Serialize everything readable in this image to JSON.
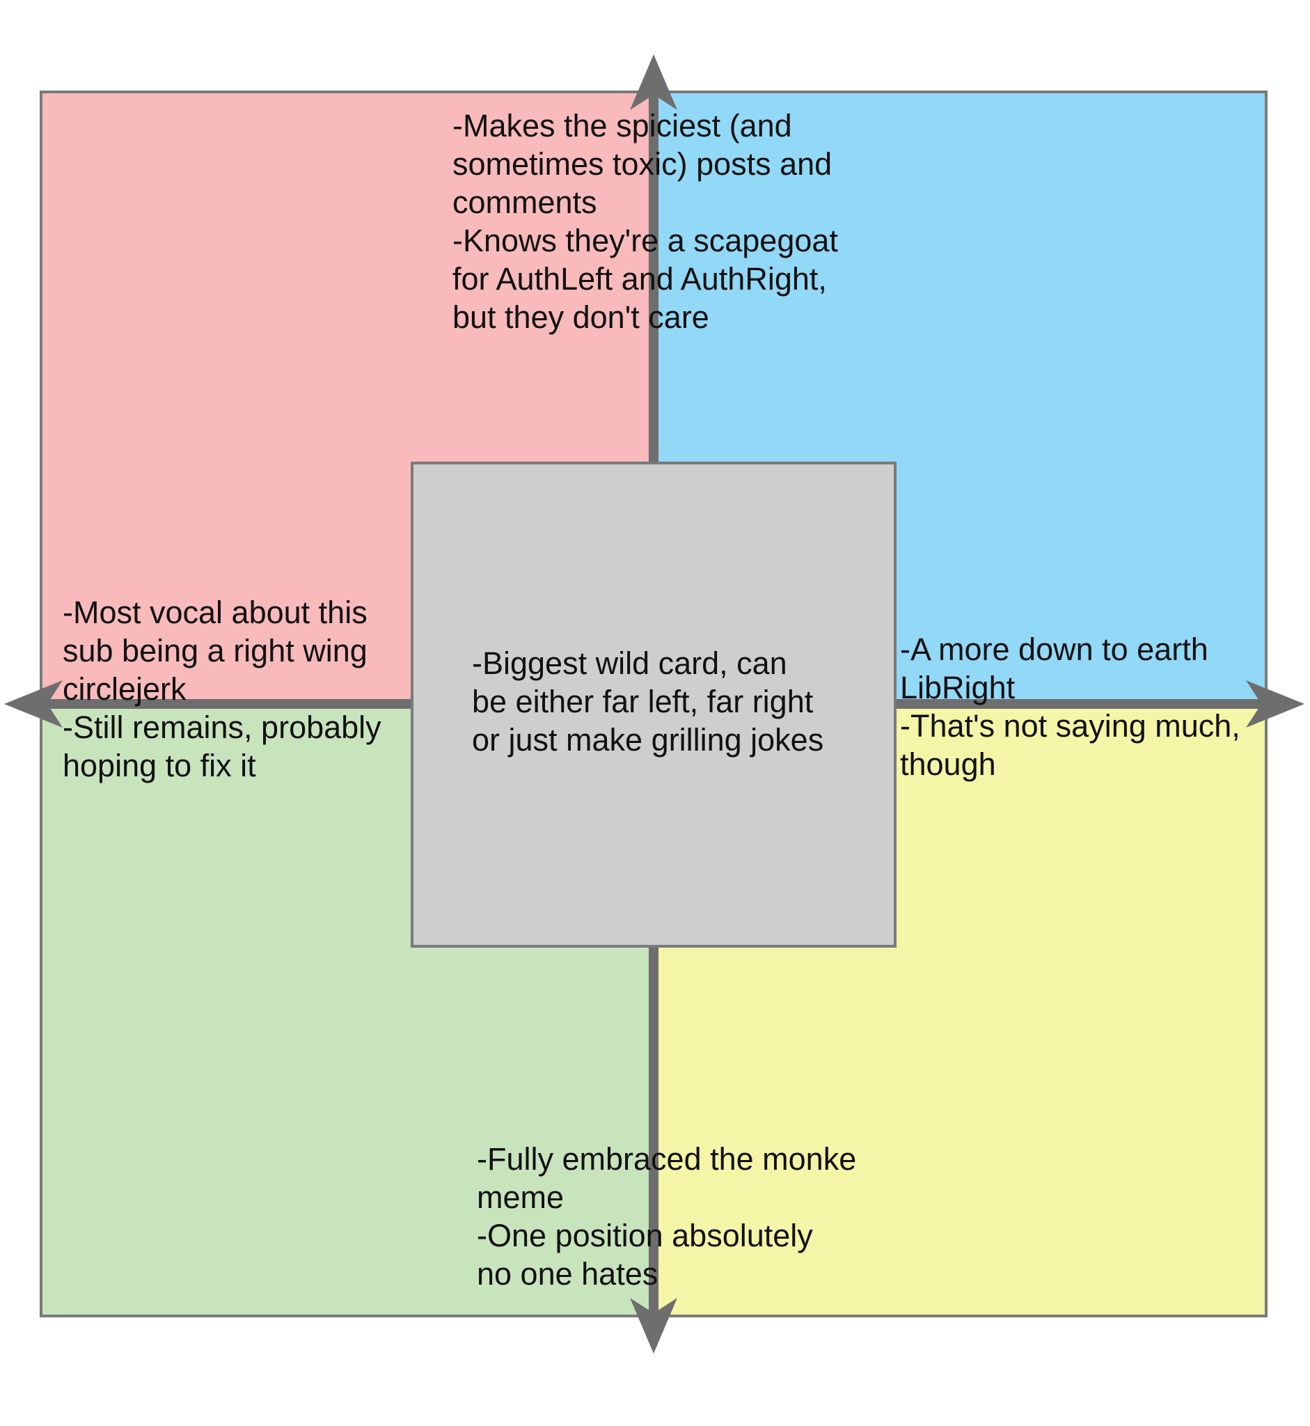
{
  "colors": {
    "auth_left": "#f8baba",
    "auth_right": "#92d8f7",
    "lib_left": "#c8e4bd",
    "lib_right": "#f4f5a6",
    "center": "#cecece",
    "border": "#7a7a7a",
    "axis": "#6e6e6e",
    "text": "#111111"
  },
  "notes": {
    "top": [
      "-Makes the spiciest (and",
      "sometimes toxic) posts and",
      "comments",
      "-Knows they're a scapegoat",
      "for AuthLeft and AuthRight,",
      "but they don't care"
    ],
    "left": [
      "-Most vocal about this",
      "sub being a right wing",
      "circlejerk",
      "-Still remains, probably",
      "hoping to fix it"
    ],
    "right": [
      "-A more down to earth",
      "LibRight",
      "-That's not saying much,",
      "though"
    ],
    "center": [
      "-Biggest wild card, can",
      "be either far left, far right",
      "or just make grilling jokes"
    ],
    "bottom": [
      "-Fully embraced the monke",
      "meme",
      "-One position absolutely",
      "no one hates"
    ]
  }
}
